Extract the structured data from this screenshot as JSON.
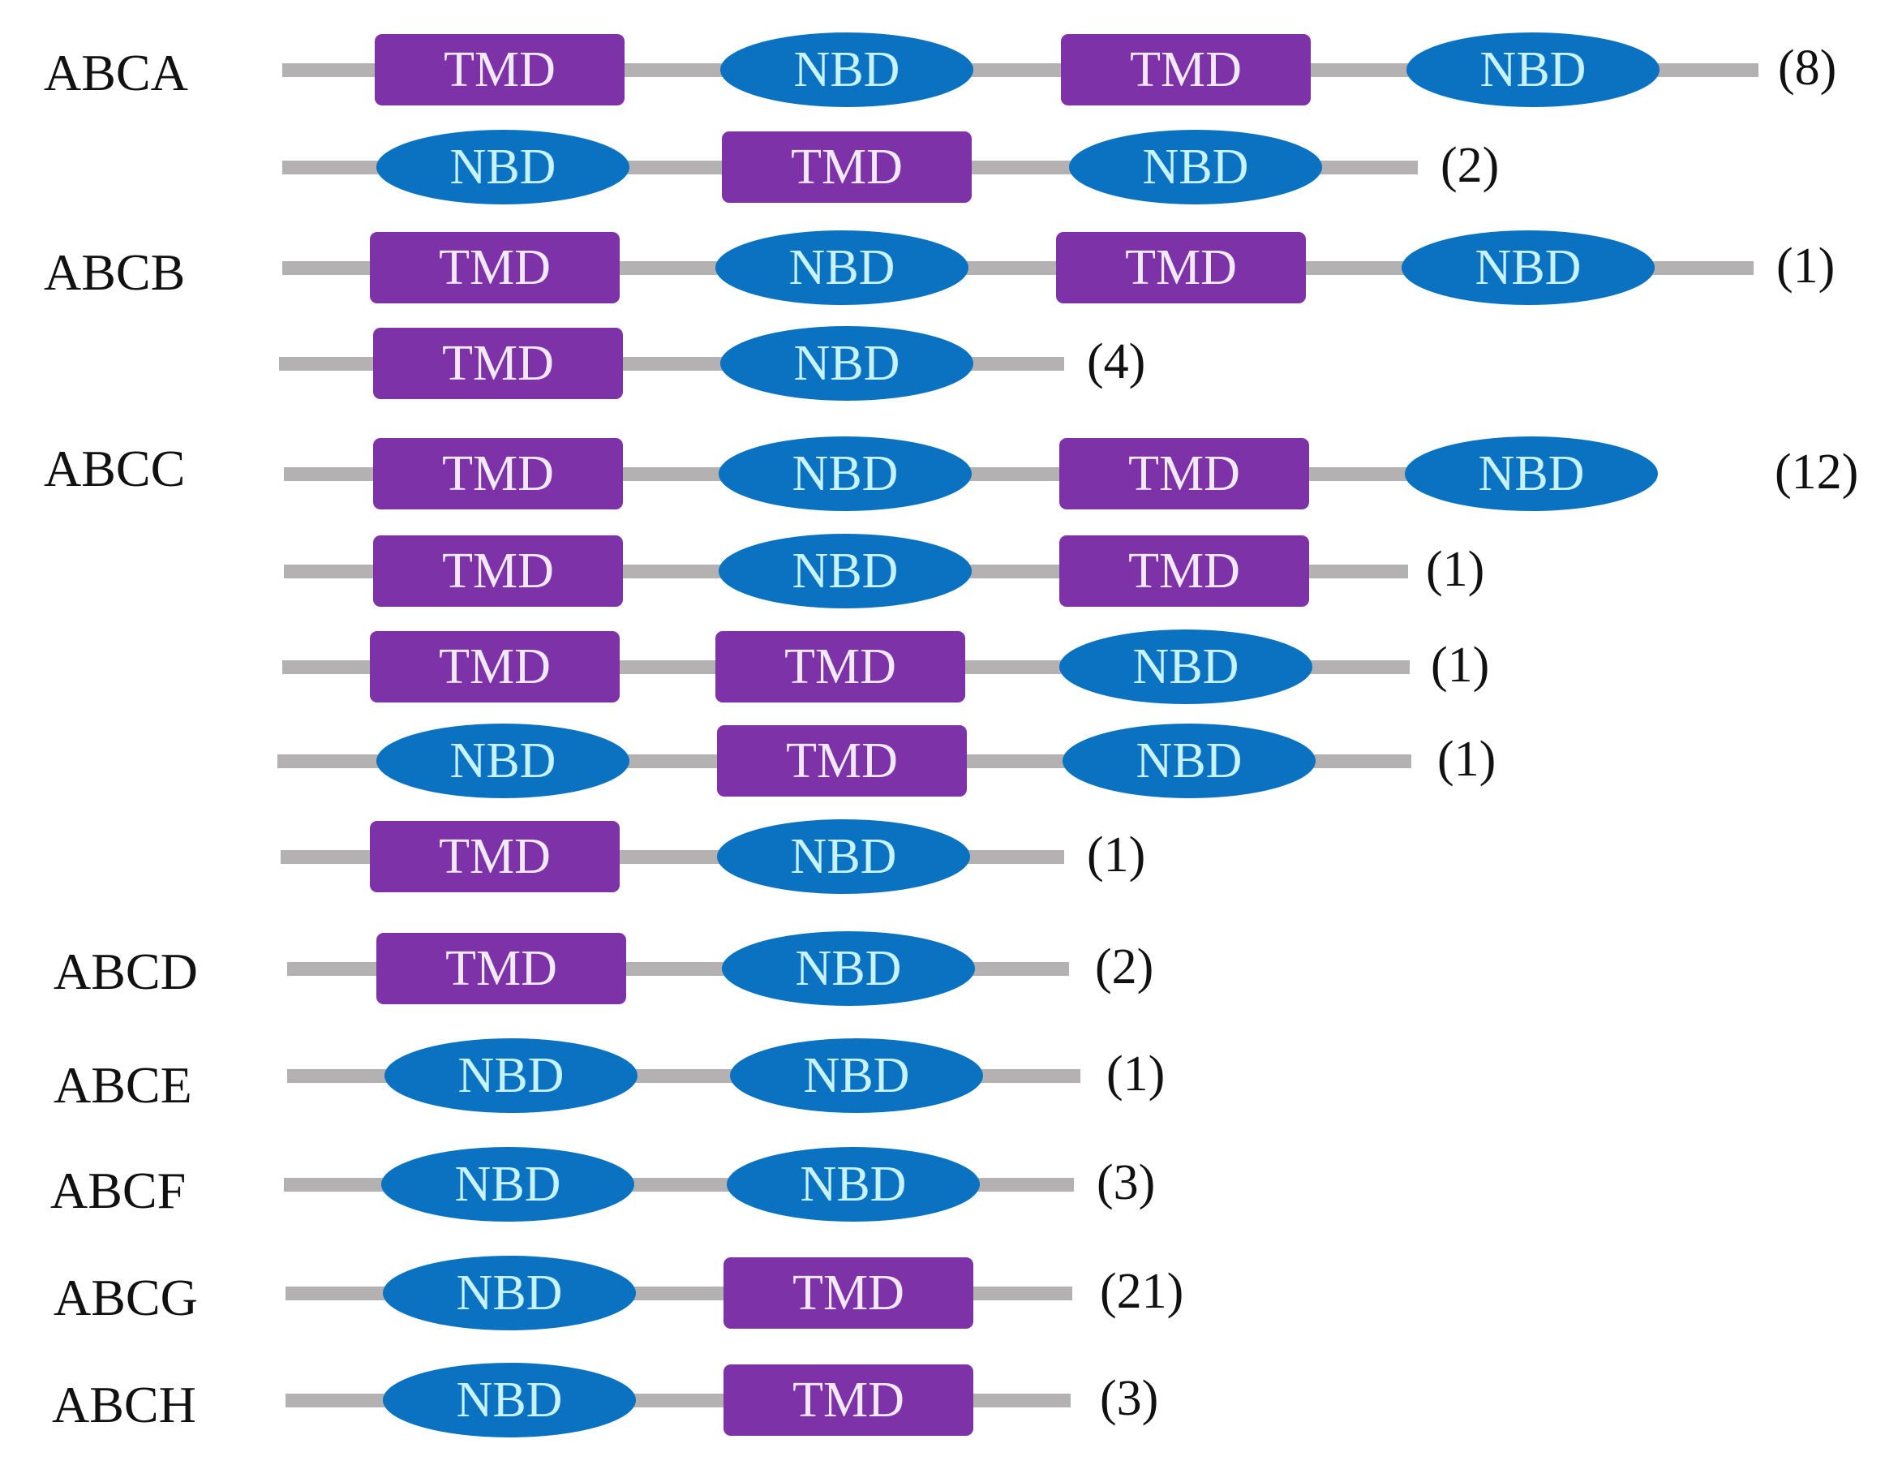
{
  "colors": {
    "tmd_fill": "#7d32a8",
    "nbd_fill": "#0a72c0",
    "linker": "#b3b1b1",
    "tmd_text": "#f1e9f7",
    "nbd_text": "#c7f3ff",
    "label_text": "#111111"
  },
  "families": [
    {
      "name": "ABCA",
      "architectures": [
        {
          "domains": [
            "TMD",
            "NBD",
            "TMD",
            "NBD"
          ],
          "count": "(8)"
        },
        {
          "domains": [
            "NBD",
            "TMD",
            "NBD"
          ],
          "count": "(2)"
        }
      ]
    },
    {
      "name": "ABCB",
      "architectures": [
        {
          "domains": [
            "TMD",
            "NBD",
            "TMD",
            "NBD"
          ],
          "count": "(1)"
        },
        {
          "domains": [
            "TMD",
            "NBD"
          ],
          "count": "(4)"
        }
      ]
    },
    {
      "name": "ABCC",
      "architectures": [
        {
          "domains": [
            "TMD",
            "NBD",
            "TMD",
            "NBD"
          ],
          "count": "(12)"
        },
        {
          "domains": [
            "TMD",
            "NBD",
            "TMD"
          ],
          "count": "(1)"
        },
        {
          "domains": [
            "TMD",
            "TMD",
            "NBD"
          ],
          "count": "(1)"
        },
        {
          "domains": [
            "NBD",
            "TMD",
            "NBD"
          ],
          "count": "(1)"
        },
        {
          "domains": [
            "TMD",
            "NBD"
          ],
          "count": "(1)"
        }
      ]
    },
    {
      "name": "ABCD",
      "architectures": [
        {
          "domains": [
            "TMD",
            "NBD"
          ],
          "count": "(2)"
        }
      ]
    },
    {
      "name": "ABCE",
      "architectures": [
        {
          "domains": [
            "NBD",
            "NBD"
          ],
          "count": "(1)"
        }
      ]
    },
    {
      "name": "ABCF",
      "architectures": [
        {
          "domains": [
            "NBD",
            "NBD"
          ],
          "count": "(3)"
        }
      ]
    },
    {
      "name": "ABCG",
      "architectures": [
        {
          "domains": [
            "NBD",
            "TMD"
          ],
          "count": "(21)"
        }
      ]
    },
    {
      "name": "ABCH",
      "architectures": [
        {
          "domains": [
            "NBD",
            "TMD"
          ],
          "count": "(3)"
        }
      ]
    }
  ]
}
